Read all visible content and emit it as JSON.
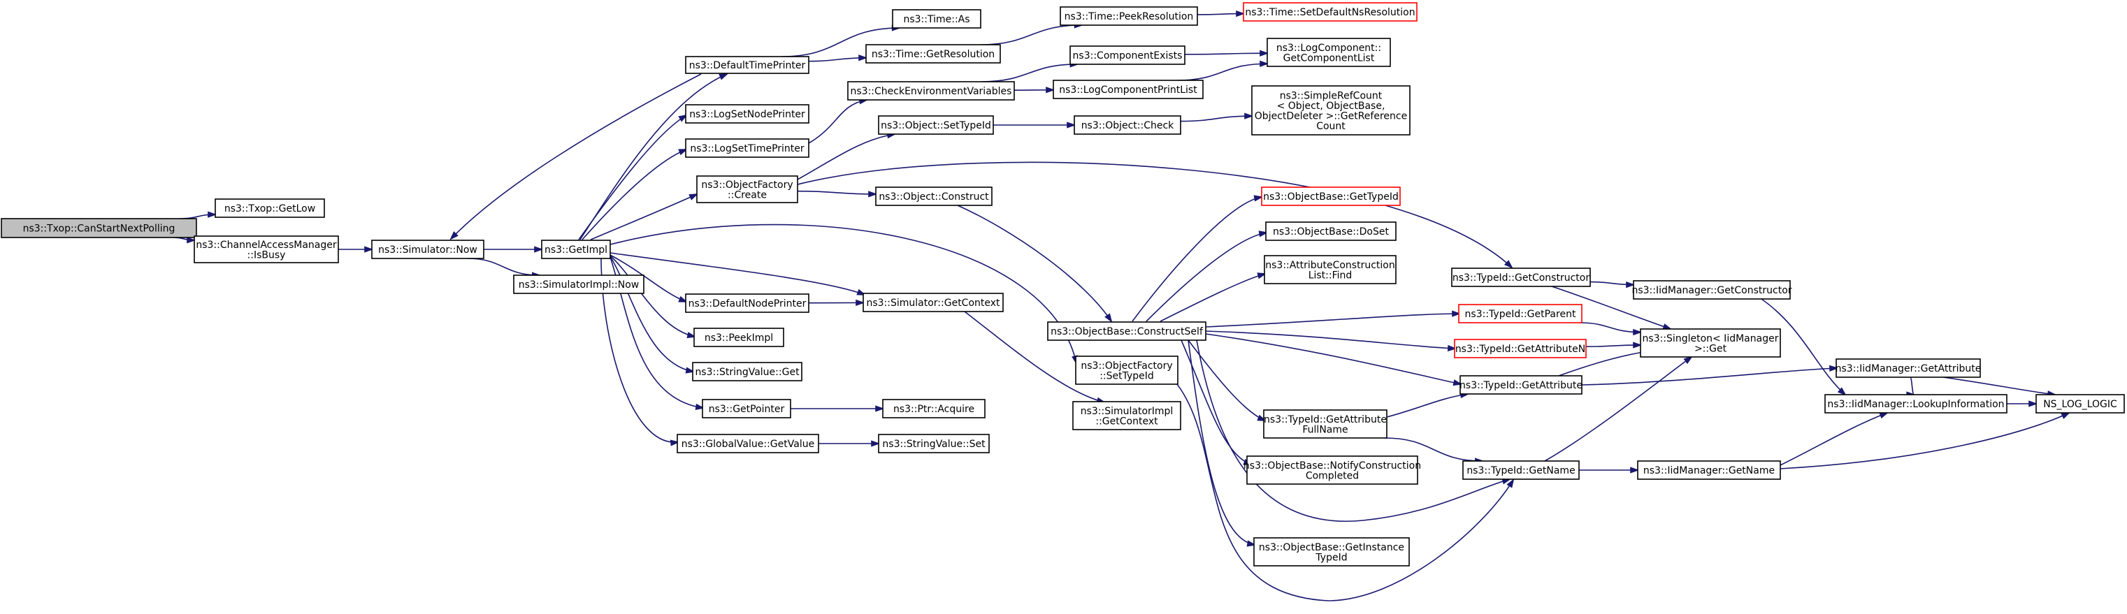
{
  "colors": {
    "edge": "#191970",
    "node_border": "#000000",
    "node_border_missing": "#ff0000",
    "root_fill": "#bfbfbf"
  },
  "nodes": [
    {
      "id": "root",
      "lines": [
        "ns3::Txop::CanStartNextPolling"
      ],
      "root": true
    },
    {
      "id": "txop_getlow",
      "lines": [
        "ns3::Txop::GetLow"
      ]
    },
    {
      "id": "cam_isbusy",
      "lines": [
        "ns3::ChannelAccessManager",
        "::IsBusy"
      ]
    },
    {
      "id": "sim_now",
      "lines": [
        "ns3::Simulator::Now"
      ]
    },
    {
      "id": "getimpl",
      "lines": [
        "ns3::GetImpl"
      ]
    },
    {
      "id": "simimpl_now",
      "lines": [
        "ns3::SimulatorImpl::Now"
      ]
    },
    {
      "id": "deftimeprinter",
      "lines": [
        "ns3::DefaultTimePrinter"
      ]
    },
    {
      "id": "logsetnode",
      "lines": [
        "ns3::LogSetNodePrinter"
      ]
    },
    {
      "id": "logsettime",
      "lines": [
        "ns3::LogSetTimePrinter"
      ]
    },
    {
      "id": "objfactory_create",
      "lines": [
        "ns3::ObjectFactory",
        "::Create"
      ]
    },
    {
      "id": "defnodeprinter",
      "lines": [
        "ns3::DefaultNodePrinter"
      ]
    },
    {
      "id": "peekimpl",
      "lines": [
        "ns3::PeekImpl"
      ]
    },
    {
      "id": "stringvalue_get",
      "lines": [
        "ns3::StringValue::Get"
      ]
    },
    {
      "id": "getpointer",
      "lines": [
        "ns3::GetPointer"
      ]
    },
    {
      "id": "globalvalue_getvalue",
      "lines": [
        "ns3::GlobalValue::GetValue"
      ]
    },
    {
      "id": "time_as",
      "lines": [
        "ns3::Time::As"
      ]
    },
    {
      "id": "time_getres",
      "lines": [
        "ns3::Time::GetResolution"
      ]
    },
    {
      "id": "checkenv",
      "lines": [
        "ns3::CheckEnvironmentVariables"
      ]
    },
    {
      "id": "obj_settypeid",
      "lines": [
        "ns3::Object::SetTypeId"
      ]
    },
    {
      "id": "obj_construct",
      "lines": [
        "ns3::Object::Construct"
      ]
    },
    {
      "id": "sim_getcontext",
      "lines": [
        "ns3::Simulator::GetContext"
      ]
    },
    {
      "id": "ptr_acquire",
      "lines": [
        "ns3::Ptr::Acquire"
      ]
    },
    {
      "id": "stringvalue_set",
      "lines": [
        "ns3::StringValue::Set"
      ]
    },
    {
      "id": "time_peekres",
      "lines": [
        "ns3::Time::PeekResolution"
      ]
    },
    {
      "id": "time_setdefault",
      "lines": [
        "ns3::Time::SetDefaultNsResolution"
      ],
      "missing": true
    },
    {
      "id": "compexists",
      "lines": [
        "ns3::ComponentExists"
      ]
    },
    {
      "id": "logcompprintlist",
      "lines": [
        "ns3::LogComponentPrintList"
      ]
    },
    {
      "id": "logcomp_getlist",
      "lines": [
        "ns3::LogComponent::",
        "GetComponentList"
      ]
    },
    {
      "id": "obj_check",
      "lines": [
        "ns3::Object::Check"
      ]
    },
    {
      "id": "simplerefcount",
      "lines": [
        "ns3::SimpleRefCount",
        "< Object, ObjectBase,",
        "ObjectDeleter >::GetReference",
        "Count"
      ]
    },
    {
      "id": "objbase_constructself",
      "lines": [
        "ns3::ObjectBase::ConstructSelf"
      ]
    },
    {
      "id": "objfactory_settypeid",
      "lines": [
        "ns3::ObjectFactory",
        "::SetTypeId"
      ]
    },
    {
      "id": "simimpl_getcontext",
      "lines": [
        "ns3::SimulatorImpl",
        "::GetContext"
      ]
    },
    {
      "id": "objbase_gettypeid",
      "lines": [
        "ns3::ObjectBase::GetTypeId"
      ],
      "missing": true
    },
    {
      "id": "objbase_doset",
      "lines": [
        "ns3::ObjectBase::DoSet"
      ]
    },
    {
      "id": "attrconstr_find",
      "lines": [
        "ns3::AttributeConstruction",
        "List::Find"
      ]
    },
    {
      "id": "typeid_getattrfullname",
      "lines": [
        "ns3::TypeId::GetAttribute",
        "FullName"
      ]
    },
    {
      "id": "objbase_notify",
      "lines": [
        "ns3::ObjectBase::NotifyConstruction",
        "Completed"
      ]
    },
    {
      "id": "objbase_getinstance",
      "lines": [
        "ns3::ObjectBase::GetInstance",
        "TypeId"
      ]
    },
    {
      "id": "typeid_getconstructor",
      "lines": [
        "ns3::TypeId::GetConstructor"
      ]
    },
    {
      "id": "typeid_getparent",
      "lines": [
        "ns3::TypeId::GetParent"
      ],
      "missing": true
    },
    {
      "id": "typeid_getattrn",
      "lines": [
        "ns3::TypeId::GetAttributeN"
      ],
      "missing": true
    },
    {
      "id": "typeid_getattr",
      "lines": [
        "ns3::TypeId::GetAttribute"
      ]
    },
    {
      "id": "typeid_getname",
      "lines": [
        "ns3::TypeId::GetName"
      ]
    },
    {
      "id": "iid_getconstructor",
      "lines": [
        "ns3::IidManager::GetConstructor"
      ]
    },
    {
      "id": "singleton_get",
      "lines": [
        "ns3::Singleton< IidManager",
        " >::Get"
      ]
    },
    {
      "id": "iid_getname",
      "lines": [
        "ns3::IidManager::GetName"
      ]
    },
    {
      "id": "iid_getattr",
      "lines": [
        "ns3::IidManager::GetAttribute"
      ]
    },
    {
      "id": "iid_lookup",
      "lines": [
        "ns3::IidManager::LookupInformation"
      ]
    },
    {
      "id": "ns_log_logic",
      "lines": [
        "NS_LOG_LOGIC"
      ]
    }
  ],
  "edges": [
    {
      "from": "root",
      "to": "txop_getlow"
    },
    {
      "from": "root",
      "to": "cam_isbusy"
    },
    {
      "from": "cam_isbusy",
      "to": "sim_now"
    },
    {
      "from": "sim_now",
      "to": "getimpl"
    },
    {
      "from": "sim_now",
      "to": "simimpl_now"
    },
    {
      "from": "getimpl",
      "to": "deftimeprinter"
    },
    {
      "from": "getimpl",
      "to": "logsetnode"
    },
    {
      "from": "getimpl",
      "to": "logsettime"
    },
    {
      "from": "getimpl",
      "to": "objfactory_create"
    },
    {
      "from": "getimpl",
      "to": "objfactory_settypeid"
    },
    {
      "from": "getimpl",
      "to": "sim_getcontext"
    },
    {
      "from": "getimpl",
      "to": "defnodeprinter"
    },
    {
      "from": "getimpl",
      "to": "peekimpl"
    },
    {
      "from": "getimpl",
      "to": "stringvalue_get"
    },
    {
      "from": "getimpl",
      "to": "getpointer"
    },
    {
      "from": "getimpl",
      "to": "globalvalue_getvalue"
    },
    {
      "from": "deftimeprinter",
      "to": "sim_now"
    },
    {
      "from": "deftimeprinter",
      "to": "time_as"
    },
    {
      "from": "deftimeprinter",
      "to": "time_getres"
    },
    {
      "from": "time_getres",
      "to": "time_peekres"
    },
    {
      "from": "time_peekres",
      "to": "time_setdefault"
    },
    {
      "from": "logsettime",
      "to": "checkenv"
    },
    {
      "from": "checkenv",
      "to": "compexists"
    },
    {
      "from": "checkenv",
      "to": "logcompprintlist"
    },
    {
      "from": "compexists",
      "to": "logcomp_getlist"
    },
    {
      "from": "logcompprintlist",
      "to": "logcomp_getlist"
    },
    {
      "from": "objfactory_create",
      "to": "obj_settypeid"
    },
    {
      "from": "objfactory_create",
      "to": "obj_construct"
    },
    {
      "from": "objfactory_create",
      "to": "typeid_getconstructor"
    },
    {
      "from": "obj_settypeid",
      "to": "obj_check"
    },
    {
      "from": "obj_check",
      "to": "simplerefcount"
    },
    {
      "from": "obj_construct",
      "to": "objbase_constructself"
    },
    {
      "from": "defnodeprinter",
      "to": "sim_getcontext"
    },
    {
      "from": "sim_getcontext",
      "to": "simimpl_getcontext"
    },
    {
      "from": "getpointer",
      "to": "ptr_acquire"
    },
    {
      "from": "globalvalue_getvalue",
      "to": "stringvalue_set"
    },
    {
      "from": "objfactory_settypeid",
      "to": "typeid_getname"
    },
    {
      "from": "objbase_constructself",
      "to": "objbase_gettypeid"
    },
    {
      "from": "objbase_constructself",
      "to": "objbase_doset"
    },
    {
      "from": "objbase_constructself",
      "to": "attrconstr_find"
    },
    {
      "from": "objbase_constructself",
      "to": "typeid_getparent"
    },
    {
      "from": "objbase_constructself",
      "to": "typeid_getattrn"
    },
    {
      "from": "objbase_constructself",
      "to": "typeid_getattr"
    },
    {
      "from": "objbase_constructself",
      "to": "typeid_getattrfullname"
    },
    {
      "from": "objbase_constructself",
      "to": "objbase_notify"
    },
    {
      "from": "objbase_constructself",
      "to": "objbase_getinstance"
    },
    {
      "from": "objbase_constructself",
      "to": "typeid_getname"
    },
    {
      "from": "typeid_getconstructor",
      "to": "iid_getconstructor"
    },
    {
      "from": "typeid_getconstructor",
      "to": "singleton_get"
    },
    {
      "from": "typeid_getparent",
      "to": "singleton_get"
    },
    {
      "from": "typeid_getattrn",
      "to": "singleton_get"
    },
    {
      "from": "typeid_getattr",
      "to": "singleton_get"
    },
    {
      "from": "typeid_getattr",
      "to": "iid_getattr"
    },
    {
      "from": "typeid_getattrfullname",
      "to": "typeid_getattr"
    },
    {
      "from": "typeid_getattrfullname",
      "to": "typeid_getname"
    },
    {
      "from": "typeid_getname",
      "to": "singleton_get"
    },
    {
      "from": "typeid_getname",
      "to": "iid_getname"
    },
    {
      "from": "iid_getconstructor",
      "to": "iid_lookup"
    },
    {
      "from": "iid_getattr",
      "to": "iid_lookup"
    },
    {
      "from": "iid_getattr",
      "to": "ns_log_logic"
    },
    {
      "from": "iid_getname",
      "to": "iid_lookup"
    },
    {
      "from": "iid_getname",
      "to": "ns_log_logic"
    },
    {
      "from": "iid_lookup",
      "to": "ns_log_logic"
    }
  ]
}
